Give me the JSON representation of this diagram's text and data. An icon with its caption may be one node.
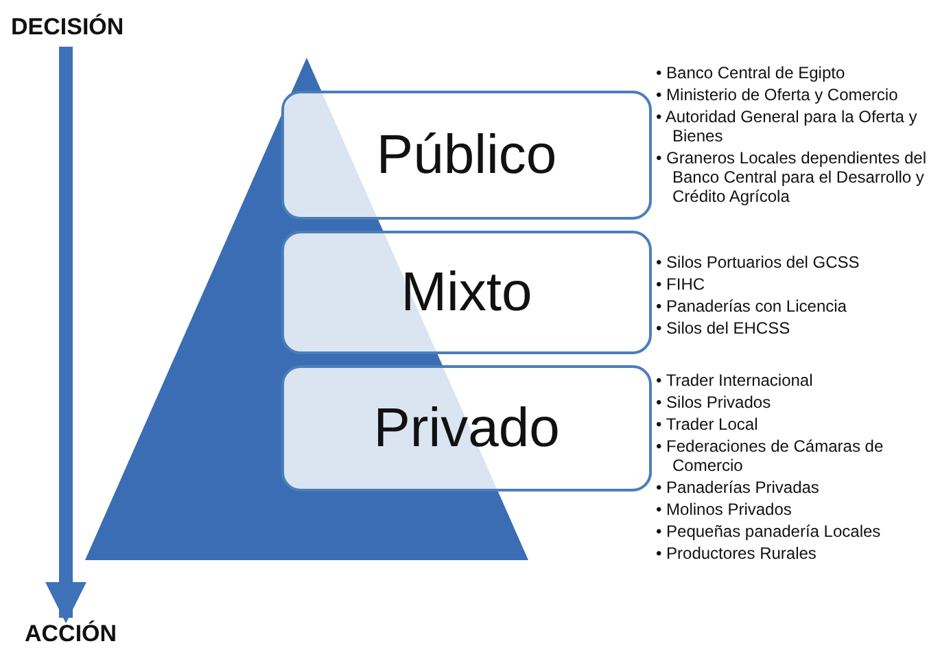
{
  "diagram": {
    "nodes": [
      {
        "text": [
          "DECISIÓN"
        ]
      },
      {
        "text": [],
        "shape": "triangle"
      },
      {
        "text": [
          "Público"
        ],
        "beside": [
          "• Banco Central de Egipto",
          "• Ministerio de Oferta y Comercio",
          "• Autoridad General para la Oferta y Bienes",
          "• Graneros Locales dependientes del Banco Central para el Desarrollo y Crédito Agrícola"
        ]
      },
      {
        "text": [
          "Mixto"
        ],
        "beside": [
          "• Silos Portuarios del GCSS",
          "• FIHC",
          "• Panaderías con Licencia",
          "• Silos del EHCSS"
        ]
      },
      {
        "text": [
          "Privado"
        ],
        "beside": [
          "• Trader Internacional",
          "• Silos Privados",
          "• Trader  Local",
          "• Federaciones de Cámaras de Comercio",
          "• Panaderías Privadas",
          "• Molinos Privados",
          "• Pequeñas panadería Locales",
          "• Productores Rurales"
        ]
      },
      {
        "text": [
          "ACCIÓN"
        ]
      }
    ],
    "edges": [
      {
        "from": 0,
        "to": 5,
        "arrow": "to"
      }
    ]
  }
}
